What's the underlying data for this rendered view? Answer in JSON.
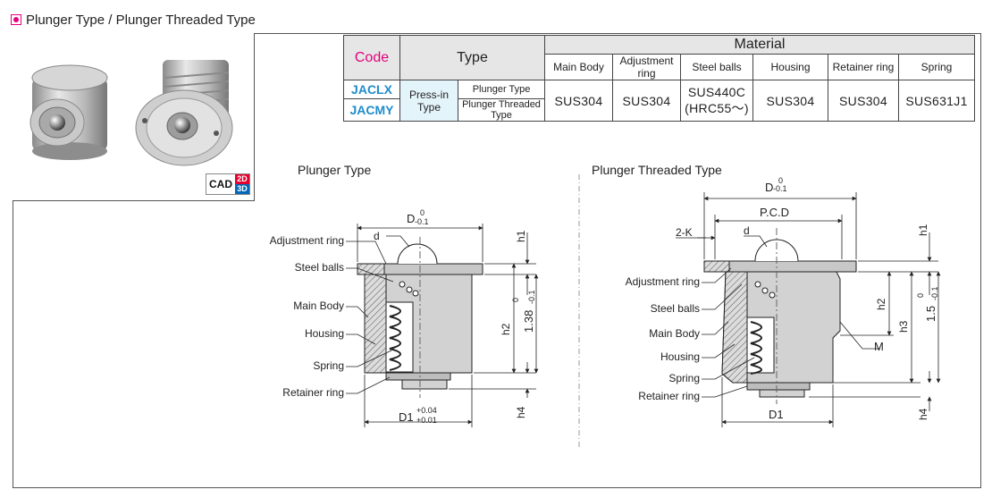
{
  "header": {
    "title": "Plunger Type / Plunger Threaded Type"
  },
  "cad_badge": {
    "label": "CAD",
    "dim2": "2D",
    "dim3": "3D"
  },
  "spec_table": {
    "code_header": "Code",
    "type_header": "Type",
    "material_header": "Material",
    "material_columns": [
      "Main Body",
      "Adjustment ring",
      "Steel balls",
      "Housing",
      "Retainer ring",
      "Spring"
    ],
    "codes": [
      "JACLX",
      "JACMY"
    ],
    "type_group": "Press-in Type",
    "sub_types": [
      "Plunger Type",
      "Plunger Threaded Type"
    ],
    "values": {
      "main_body": "SUS304",
      "adjustment_ring": "SUS304",
      "steel_balls_line1": "SUS440C",
      "steel_balls_line2": "(HRC55～)",
      "housing": "SUS304",
      "retainer_ring": "SUS304",
      "spring": "SUS631J1"
    }
  },
  "plunger_diagram": {
    "title": "Plunger Type",
    "labels": {
      "adjustment_ring": "Adjustment ring",
      "steel_balls": "Steel balls",
      "main_body": "Main Body",
      "housing": "Housing",
      "spring": "Spring",
      "retainer_ring": "Retainer ring"
    },
    "dims": {
      "D": "D",
      "D_tol_upper": "0",
      "D_tol_lower": "-0.1",
      "d": "d",
      "h1": "h1",
      "h2": "h2",
      "h4": "h4",
      "height": "1.38",
      "height_tol_upper": "0",
      "height_tol_lower": "-0.1",
      "D1": "D1",
      "D1_tol_upper": "+0.04",
      "D1_tol_lower": "+0.01"
    }
  },
  "threaded_diagram": {
    "title": "Plunger Threaded Type",
    "labels": {
      "adjustment_ring": "Adjustment ring",
      "steel_balls": "Steel balls",
      "main_body": "Main Body",
      "housing": "Housing",
      "spring": "Spring",
      "retainer_ring": "Retainer ring"
    },
    "dims": {
      "D": "D",
      "D_tol_upper": "0",
      "D_tol_lower": "-0.1",
      "pcd": "P.C.D",
      "twoK": "2-K",
      "d": "d",
      "h1": "h1",
      "h2": "h2",
      "h3": "h3",
      "h4": "h4",
      "M": "M",
      "height": "1.5",
      "height_tol_upper": "0",
      "height_tol_lower": "-0.1",
      "D1": "D1"
    }
  },
  "colors": {
    "accent_magenta": "#e6007e",
    "code_blue": "#1f8ccc",
    "hatch": "#d9d9d9",
    "part_gray": "#c8c8c8"
  }
}
